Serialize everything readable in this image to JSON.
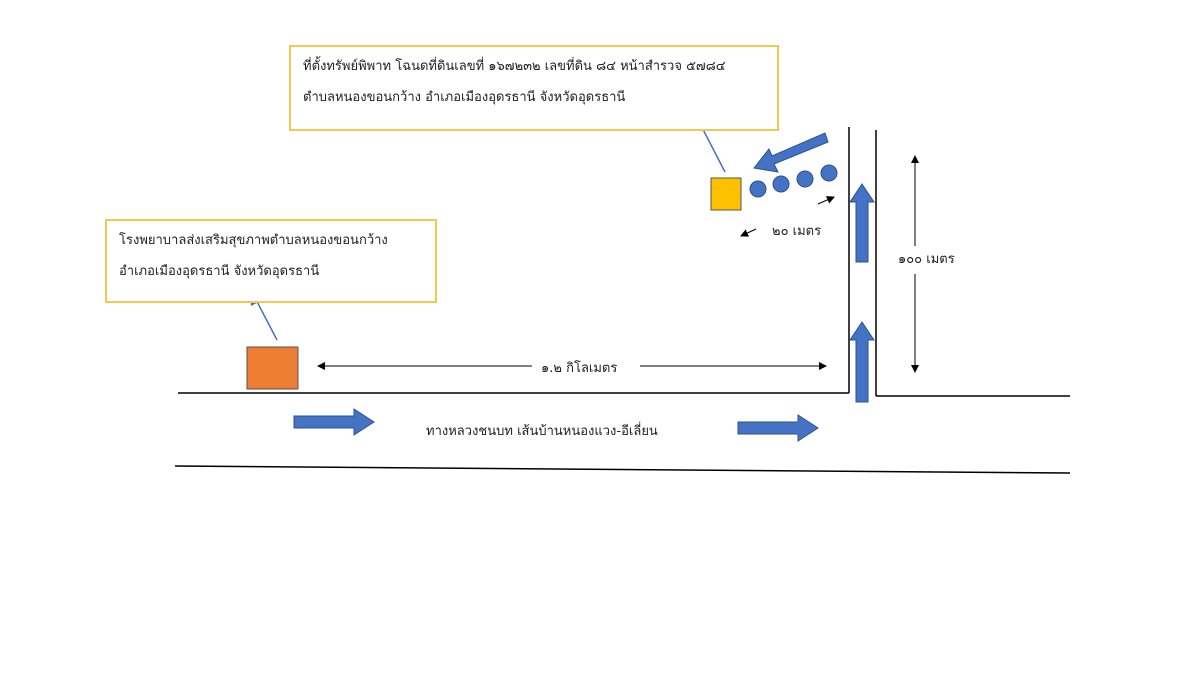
{
  "callouts": {
    "property": {
      "line1": "ที่ตั้งทรัพย์พิพาท โฉนดที่ดินเลขที่ ๑๖๗๒๓๒ เลขที่ดิน ๘๔ หน้าสำรวจ ๕๗๘๔",
      "line2": "ตำบลหนองขอนกว้าง อำเภอเมืองอุดรธานี จังหวัดอุดรธานี"
    },
    "hospital": {
      "line1": "โรงพยาบาลส่งเสริมสุขภาพตำบลหนองขอนกว้าง",
      "line2": "อำเภอเมืองอุดรธานี จังหวัดอุดรธานี"
    }
  },
  "labels": {
    "distance_20m": "๒๐ เมตร",
    "distance_100m": "๑๐๐ เมตร",
    "distance_1_2km": "๑.๒ กิโลเมตร",
    "highway": "ทางหลวงชนบท เส้นบ้านหนองแวง-อีเลี่ยน"
  },
  "colors": {
    "road_arrow": "#4472c4",
    "parcel": "#ffc000",
    "hospital": "#ed7d31",
    "callout_border": "#f2c94c"
  }
}
